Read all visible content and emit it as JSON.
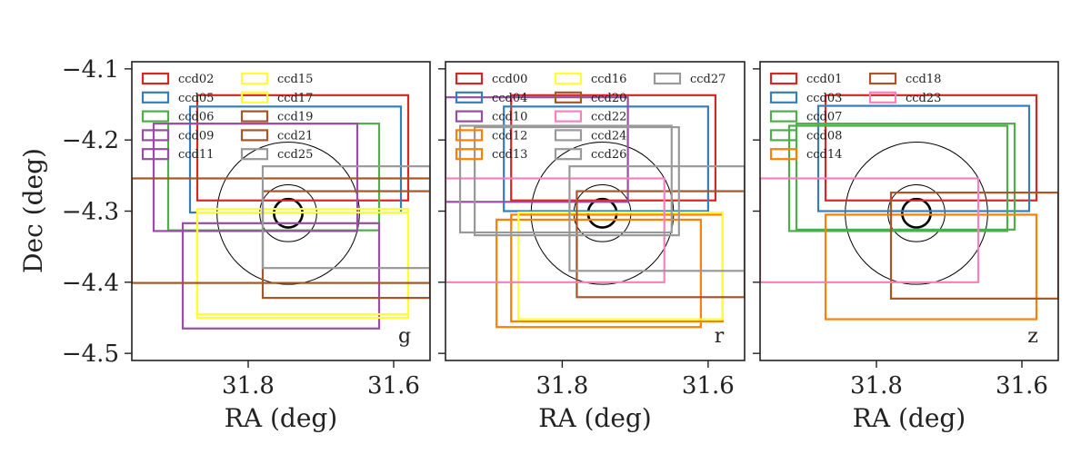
{
  "chart_data": [
    {
      "type": "scatter",
      "band": "g",
      "xlabel": "RA (deg)",
      "ylabel": "Dec (deg)",
      "xlim": [
        31.96,
        31.55
      ],
      "ylim": [
        -4.51,
        -4.09
      ],
      "xticks": [
        "31.8",
        "31.6"
      ],
      "yticks": [
        "−4.1",
        "−4.2",
        "−4.3",
        "−4.4",
        "−4.5"
      ],
      "legend": [
        {
          "name": "ccd02",
          "color": "#d62728"
        },
        {
          "name": "ccd05",
          "color": "#377eb8"
        },
        {
          "name": "ccd06",
          "color": "#4daf4a"
        },
        {
          "name": "ccd09",
          "color": "#984ea3"
        },
        {
          "name": "ccd11",
          "color": "#984ea3"
        },
        {
          "name": "ccd15",
          "color": "#ffff33"
        },
        {
          "name": "ccd17",
          "color": "#ffff33"
        },
        {
          "name": "ccd19",
          "color": "#a65628"
        },
        {
          "name": "ccd21",
          "color": "#a65628"
        },
        {
          "name": "ccd25",
          "color": "#999999"
        }
      ],
      "rects": [
        {
          "ccd": "ccd02",
          "color": "#d62728",
          "ra": [
            31.58,
            31.87
          ],
          "dec": [
            -4.285,
            -4.137
          ]
        },
        {
          "ccd": "ccd05",
          "color": "#377eb8",
          "ra": [
            31.59,
            31.88
          ],
          "dec": [
            -4.302,
            -4.153
          ]
        },
        {
          "ccd": "ccd06",
          "color": "#4daf4a",
          "ra": [
            31.62,
            31.91
          ],
          "dec": [
            -4.327,
            -4.177
          ]
        },
        {
          "ccd": "ccd09",
          "color": "#984ea3",
          "ra": [
            31.65,
            31.93
          ],
          "dec": [
            -4.328,
            -4.177
          ]
        },
        {
          "ccd": "ccd11",
          "color": "#984ea3",
          "ra": [
            31.62,
            31.89
          ],
          "dec": [
            -4.465,
            -4.317
          ]
        },
        {
          "ccd": "ccd15",
          "color": "#ffff33",
          "ra": [
            31.58,
            31.87
          ],
          "dec": [
            -4.45,
            -4.297
          ]
        },
        {
          "ccd": "ccd17",
          "color": "#ffff33",
          "ra": [
            31.58,
            31.87
          ],
          "dec": [
            -4.445,
            -4.302
          ]
        },
        {
          "ccd": "ccd19",
          "color": "#a65628",
          "ra": [
            31.55,
            31.96
          ],
          "dec": [
            -4.401,
            -4.254
          ]
        },
        {
          "ccd": "ccd21",
          "color": "#a65628",
          "ra": [
            31.55,
            31.78
          ],
          "dec": [
            -4.422,
            -4.272
          ]
        },
        {
          "ccd": "ccd25",
          "color": "#999999",
          "ra": [
            31.55,
            31.78
          ],
          "dec": [
            -4.38,
            -4.237
          ]
        }
      ],
      "circles": [
        {
          "ra": 31.745,
          "dec": -4.303,
          "radius_deg": 0.1,
          "stroke": "thin"
        },
        {
          "ra": 31.745,
          "dec": -4.303,
          "radius_deg": 0.04,
          "stroke": "thin"
        },
        {
          "ra": 31.745,
          "dec": -4.303,
          "radius_deg": 0.02,
          "stroke": "thick"
        }
      ]
    },
    {
      "type": "scatter",
      "band": "r",
      "xlabel": "RA (deg)",
      "xlim": [
        31.96,
        31.55
      ],
      "ylim": [
        -4.51,
        -4.09
      ],
      "xticks": [
        "31.8",
        "31.6"
      ],
      "legend": [
        {
          "name": "ccd00",
          "color": "#d62728"
        },
        {
          "name": "ccd04",
          "color": "#377eb8"
        },
        {
          "name": "ccd10",
          "color": "#984ea3"
        },
        {
          "name": "ccd12",
          "color": "#ff7f00"
        },
        {
          "name": "ccd13",
          "color": "#ff7f00"
        },
        {
          "name": "ccd16",
          "color": "#ffff33"
        },
        {
          "name": "ccd20",
          "color": "#a65628"
        },
        {
          "name": "ccd22",
          "color": "#f781bf"
        },
        {
          "name": "ccd24",
          "color": "#999999"
        },
        {
          "name": "ccd26",
          "color": "#999999"
        },
        {
          "name": "ccd27",
          "color": "#999999"
        }
      ],
      "rects": [
        {
          "ccd": "ccd00",
          "color": "#d62728",
          "ra": [
            31.59,
            31.87
          ],
          "dec": [
            -4.285,
            -4.137
          ]
        },
        {
          "ccd": "ccd04",
          "color": "#377eb8",
          "ra": [
            31.6,
            31.88
          ],
          "dec": [
            -4.3,
            -4.153
          ]
        },
        {
          "ccd": "ccd10",
          "color": "#984ea3",
          "ra": [
            31.71,
            31.96
          ],
          "dec": [
            -4.287,
            -4.14
          ]
        },
        {
          "ccd": "ccd12",
          "color": "#ff7f00",
          "ra": [
            31.61,
            31.89
          ],
          "dec": [
            -4.463,
            -4.312
          ]
        },
        {
          "ccd": "ccd13",
          "color": "#ff7f00",
          "ra": [
            31.58,
            31.87
          ],
          "dec": [
            -4.455,
            -4.305
          ]
        },
        {
          "ccd": "ccd16",
          "color": "#ffff33",
          "ra": [
            31.58,
            31.86
          ],
          "dec": [
            -4.452,
            -4.302
          ]
        },
        {
          "ccd": "ccd20",
          "color": "#a65628",
          "ra": [
            31.55,
            31.78
          ],
          "dec": [
            -4.421,
            -4.272
          ]
        },
        {
          "ccd": "ccd22",
          "color": "#f781bf",
          "ra": [
            31.66,
            31.96
          ],
          "dec": [
            -4.4,
            -4.254
          ]
        },
        {
          "ccd": "ccd24",
          "color": "#999999",
          "ra": [
            31.65,
            31.94
          ],
          "dec": [
            -4.33,
            -4.18
          ]
        },
        {
          "ccd": "ccd26",
          "color": "#999999",
          "ra": [
            31.64,
            31.92
          ],
          "dec": [
            -4.334,
            -4.182
          ]
        },
        {
          "ccd": "ccd27",
          "color": "#999999",
          "ra": [
            31.55,
            31.79
          ],
          "dec": [
            -4.384,
            -4.237
          ]
        }
      ],
      "circles": [
        {
          "ra": 31.745,
          "dec": -4.303,
          "radius_deg": 0.1,
          "stroke": "thin"
        },
        {
          "ra": 31.745,
          "dec": -4.303,
          "radius_deg": 0.04,
          "stroke": "thin"
        },
        {
          "ra": 31.745,
          "dec": -4.303,
          "radius_deg": 0.02,
          "stroke": "thick"
        }
      ]
    },
    {
      "type": "scatter",
      "band": "z",
      "xlabel": "RA (deg)",
      "xlim": [
        31.96,
        31.55
      ],
      "ylim": [
        -4.51,
        -4.09
      ],
      "xticks": [
        "31.8",
        "31.6"
      ],
      "legend": [
        {
          "name": "ccd01",
          "color": "#d62728"
        },
        {
          "name": "ccd03",
          "color": "#377eb8"
        },
        {
          "name": "ccd07",
          "color": "#4daf4a"
        },
        {
          "name": "ccd08",
          "color": "#4daf4a"
        },
        {
          "name": "ccd14",
          "color": "#ff7f00"
        },
        {
          "name": "ccd18",
          "color": "#a65628"
        },
        {
          "name": "ccd23",
          "color": "#f781bf"
        }
      ],
      "rects": [
        {
          "ccd": "ccd01",
          "color": "#d62728",
          "ra": [
            31.58,
            31.87
          ],
          "dec": [
            -4.285,
            -4.137
          ]
        },
        {
          "ccd": "ccd03",
          "color": "#377eb8",
          "ra": [
            31.59,
            31.88
          ],
          "dec": [
            -4.3,
            -4.152
          ]
        },
        {
          "ccd": "ccd07",
          "color": "#4daf4a",
          "ra": [
            31.61,
            31.91
          ],
          "dec": [
            -4.326,
            -4.177
          ]
        },
        {
          "ccd": "ccd08",
          "color": "#4daf4a",
          "ra": [
            31.62,
            31.92
          ],
          "dec": [
            -4.328,
            -4.18
          ]
        },
        {
          "ccd": "ccd14",
          "color": "#ff7f00",
          "ra": [
            31.58,
            31.87
          ],
          "dec": [
            -4.452,
            -4.305
          ]
        },
        {
          "ccd": "ccd18",
          "color": "#a65628",
          "ra": [
            31.55,
            31.78
          ],
          "dec": [
            -4.423,
            -4.274
          ]
        },
        {
          "ccd": "ccd23",
          "color": "#f781bf",
          "ra": [
            31.66,
            31.96
          ],
          "dec": [
            -4.4,
            -4.254
          ]
        }
      ],
      "circles": [
        {
          "ra": 31.745,
          "dec": -4.303,
          "radius_deg": 0.1,
          "stroke": "thin"
        },
        {
          "ra": 31.745,
          "dec": -4.303,
          "radius_deg": 0.04,
          "stroke": "thin"
        },
        {
          "ra": 31.745,
          "dec": -4.303,
          "radius_deg": 0.02,
          "stroke": "thick"
        }
      ]
    }
  ]
}
